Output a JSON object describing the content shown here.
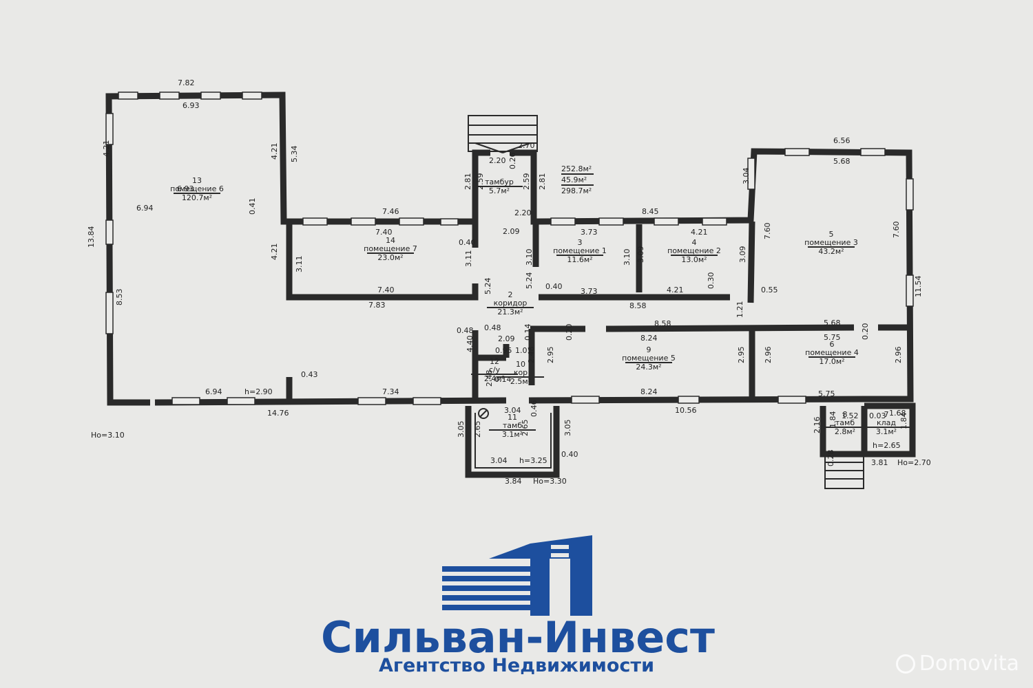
{
  "rooms": [
    {
      "num": "13",
      "name": "помещение 6",
      "area": "120.7м²"
    },
    {
      "num": "14",
      "name": "помещение 7",
      "area": "23.0м²"
    },
    {
      "num": "",
      "name": "тамбур",
      "area": "5.7м²"
    },
    {
      "num": "3",
      "name": "помещение 1",
      "area": "11.6м²"
    },
    {
      "num": "4",
      "name": "помещение 2",
      "area": "13.0м²"
    },
    {
      "num": "5",
      "name": "помещение 3",
      "area": "43.2м²"
    },
    {
      "num": "2",
      "name": "коридор",
      "area": "21.3м²"
    },
    {
      "num": "9",
      "name": "помещение 5",
      "area": "24.3м²"
    },
    {
      "num": "6",
      "name": "помещение 4",
      "area": "17.0м²"
    },
    {
      "num": "12",
      "name": "с/у",
      "area": "2.4м²"
    },
    {
      "num": "10",
      "name": "кор",
      "area": "2.5м²"
    },
    {
      "num": "11",
      "name": "тамб",
      "area": "3.1м²"
    },
    {
      "num": "8",
      "name": "тамб",
      "area": "2.8м²"
    },
    {
      "num": "7",
      "name": "клад",
      "area": "3.1м²"
    }
  ],
  "totals": {
    "line1": "252.8м²",
    "line2": "45.9м²",
    "line3": "298.7м²"
  },
  "dimensions": {
    "d1": "7.82",
    "d2": "6.93",
    "d3": "4.21",
    "d4": "4.21",
    "d5": "5.34",
    "d6": "6.93",
    "d7": "6.94",
    "d8": "0.41",
    "d9": "13.84",
    "d10": "8.53",
    "d11": "4.21",
    "d12": "7.46",
    "d13": "7.40",
    "d14": "3.11",
    "d15": "7.40",
    "d16": "7.83",
    "d17": "0.40",
    "d18": "3.11",
    "d19": "5.24",
    "d20": "2.20",
    "d21": "2.70",
    "d22": "0.26",
    "d23": "2.81",
    "d24": "2.59",
    "d25": "2.59",
    "d26": "2.81",
    "d27": "2.20",
    "d28": "2.09",
    "d29": "8.45",
    "d30": "3.73",
    "d31": "4.21",
    "d32": "3.10",
    "d33": "3.10",
    "d34": "3.09",
    "d35": "3.09",
    "d36": "5.24",
    "d37": "0.40",
    "d38": "3.73",
    "d39": "4.21",
    "d40": "0.30",
    "d41": "8.58",
    "d42": "6.56",
    "d43": "5.68",
    "d44": "3.04",
    "d45": "7.60",
    "d46": "7.60",
    "d47": "11.54",
    "d48": "0.55",
    "d49": "1.21",
    "d50": "8.58",
    "d51": "8.24",
    "d52": "5.68",
    "d53": "5.75",
    "d54": "0.20",
    "d55": "0.20",
    "d56": "2.95",
    "d57": "2.96",
    "d58": "2.95",
    "d59": "2.96",
    "d60": "0.48",
    "d61": "0.48",
    "d62": "4.40",
    "d63": "2.09",
    "d64": "0.14",
    "d65": "0.95",
    "d66": "1.01",
    "d67": "2.48",
    "d68": "2.48",
    "d69": "0.14",
    "d70": "0.43",
    "d71": "6.94",
    "d72": "h=2.90",
    "d73": "7.34",
    "d74": "14.76",
    "d75": "Ho=3.10",
    "d76": "8.24",
    "d77": "10.56",
    "d78": "5.75",
    "d79": "3.04",
    "d80": "0.46",
    "d81": "3.05",
    "d82": "2.65",
    "d83": "2.65",
    "d84": "3.05",
    "d85": "3.04",
    "d86": "h=3.25",
    "d87": "0.40",
    "d88": "3.84",
    "d89": "Ho=3.30",
    "d90": "1.52",
    "d91": "0.03",
    "d92": "1.68",
    "d93": "2.16",
    "d94": "1.84",
    "d95": "1.84",
    "d96": "h=2.65",
    "d97": "0.28",
    "d98": "3.81",
    "d99": "Ho=2.70"
  },
  "brand": {
    "title": "Сильван-Инвест",
    "subtitle": "Агентство Недвижимости",
    "color": "#1d4f9e"
  },
  "watermark": {
    "text": "Domovita",
    "icon": "domovita-logo-icon"
  }
}
